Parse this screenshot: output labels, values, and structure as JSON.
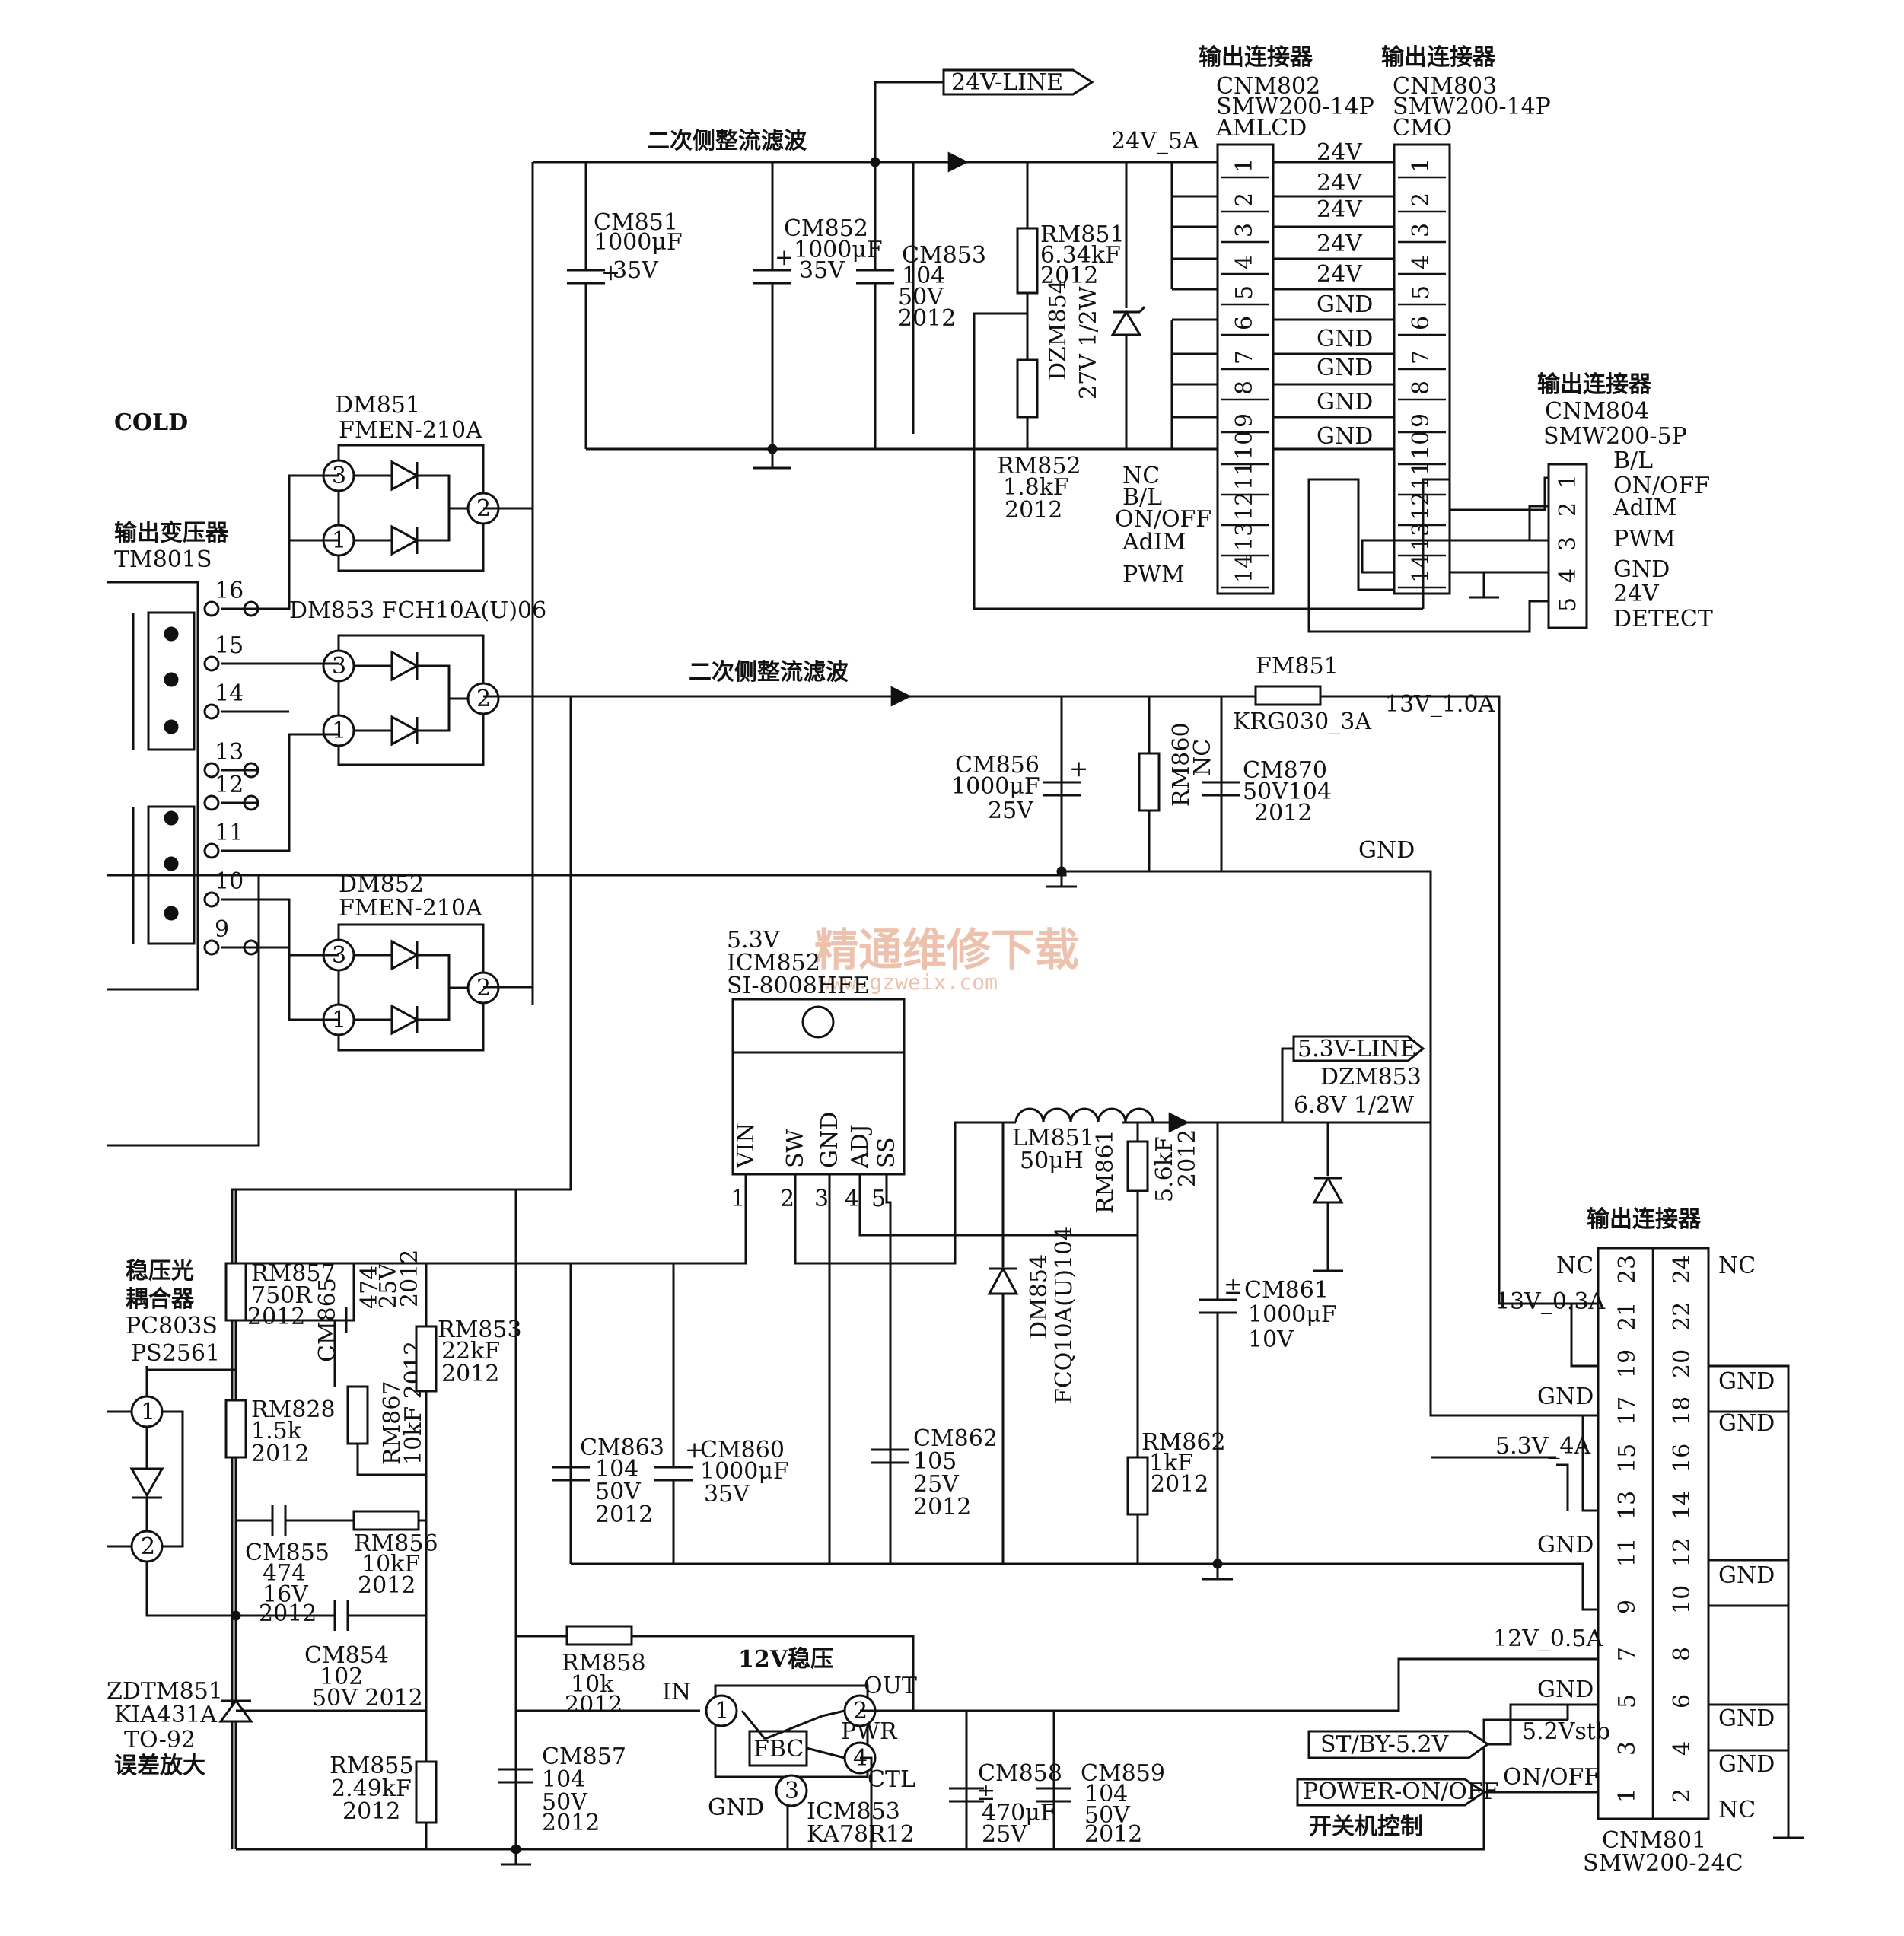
{
  "secondary": {
    "title_top": "二次侧整流滤波",
    "title_mid": "二次侧整流滤波",
    "cold": "COLD",
    "line24": "24V-LINE",
    "line53": "5.3V-LINE",
    "v24_5a": "24V_5A",
    "v13_1a": "13V_1.0A",
    "gnd": "GND"
  },
  "transformer": {
    "title": "输出变压器",
    "part": "TM801S",
    "pins": [
      "16",
      "15",
      "14",
      "13",
      "12",
      "11",
      "10",
      "9"
    ]
  },
  "diodes": {
    "dm851": {
      "ref": "DM851",
      "part": "FMEN-210A"
    },
    "dm853": {
      "ref": "DM853 FCH10A(U)06"
    },
    "dm852": {
      "ref": "DM852",
      "part": "FMEN-210A"
    },
    "dzm854": {
      "ref": "DZM854",
      "val": "27V 1/2W"
    },
    "dzm853": {
      "ref": "DZM853",
      "val": "6.8V  1/2W"
    },
    "dm854": {
      "ref": "DM854",
      "val": "FCQ10A(U)104"
    },
    "pin_labels": [
      "3",
      "1",
      "2"
    ]
  },
  "caps": {
    "cm851": [
      "CM851",
      "1000μF",
      "35V"
    ],
    "cm852": [
      "CM852",
      "1000μF",
      "35V"
    ],
    "cm853": [
      "CM853",
      "104",
      "50V",
      "2012"
    ],
    "cm856": [
      "CM856",
      "1000μF",
      "25V"
    ],
    "cm870": [
      "CM870",
      "50V104",
      "2012"
    ],
    "cm861": [
      "CM861",
      "1000μF",
      "10V"
    ],
    "cm863": [
      "CM863",
      "104",
      "50V",
      "2012"
    ],
    "cm860": [
      "CM860",
      "1000μF",
      "35V"
    ],
    "cm862": [
      "CM862",
      "105",
      "25V",
      "2012"
    ],
    "cm865": [
      "CM865",
      "474",
      "25V",
      "2012"
    ],
    "cm855": [
      "CM855",
      "474",
      "16V",
      "2012"
    ],
    "cm854": [
      "CM854",
      "102",
      "50V  2012"
    ],
    "cm857": [
      "CM857",
      "104",
      "50V",
      "2012"
    ],
    "cm858": [
      "CM858",
      "470μF",
      "25V"
    ],
    "cm859": [
      "CM859",
      "104",
      "50V",
      "2012"
    ]
  },
  "resistors": {
    "rm851": [
      "RM851",
      "6.34kF",
      "2012"
    ],
    "rm852": [
      "RM852",
      "1.8kF",
      "2012"
    ],
    "rm860": [
      "RM860",
      "NC"
    ],
    "rm861": [
      "RM861",
      "5.6kF",
      "2012"
    ],
    "rm862": [
      "RM862",
      "1kF",
      "2012"
    ],
    "rm857": [
      "RM857",
      "750R",
      "2012"
    ],
    "rm853": [
      "RM853",
      "22kF",
      "2012"
    ],
    "rm867": [
      "RM867",
      "10kF 2012"
    ],
    "rm828": [
      "RM828",
      "1.5k",
      "2012"
    ],
    "rm856": [
      "RM856",
      "10kF",
      "2012"
    ],
    "rm858": [
      "RM858",
      "10k",
      "2012"
    ],
    "rm855": [
      "RM855",
      "2.49kF",
      "2012"
    ]
  },
  "fuse": {
    "ref": "FM851",
    "part": "KRG030_3A"
  },
  "inductor": {
    "ref": "LM851",
    "val": "50μH"
  },
  "icm852": {
    "v": "5.3V",
    "ref": "ICM852",
    "part": "SI-8008HFE",
    "pins": [
      "VIN",
      "SW",
      "GND",
      "ADJ",
      "SS"
    ],
    "nums": [
      "1",
      "2",
      "3",
      "4",
      "5"
    ]
  },
  "icm853": {
    "title": "12V稳压",
    "ref": "ICM853",
    "part": "KA78R12",
    "in": "IN",
    "out": "OUT",
    "pwr": "PWR",
    "ctl": "CTL",
    "gnd": "GND",
    "fbc": "FBC",
    "nums": [
      "1",
      "2",
      "3",
      "4"
    ]
  },
  "optocoupler": {
    "title1": "稳压光",
    "title2": "耦合器",
    "part1": "PC803S",
    "part2": "PS2561",
    "nums": [
      "1",
      "2"
    ]
  },
  "zdtm851": {
    "ref": "ZDTM851",
    "part": "KIA431A",
    "pkg": "TO-92",
    "desc": "误差放大"
  },
  "cnm802": {
    "title": "输出连接器",
    "ref": "CNM802",
    "part": "SMW200-14P",
    "sub": "AMLCD",
    "side_labels": [
      "NC",
      "B/L",
      "ON/OFF",
      "AdIM",
      "PWM"
    ]
  },
  "cnm803": {
    "title": "输出连接器",
    "ref": "CNM803",
    "part": "SMW200-14P",
    "sub": "CMO",
    "side_labels": [
      "24V",
      "24V",
      "24V",
      "24V",
      "24V",
      "GND",
      "GND",
      "GND",
      "GND",
      "GND"
    ]
  },
  "conn14_pins": [
    "1",
    "2",
    "3",
    "4",
    "5",
    "6",
    "7",
    "8",
    "9",
    "10",
    "11",
    "12",
    "13",
    "14"
  ],
  "cnm804": {
    "title": "输出连接器",
    "ref": "CNM804",
    "part": "SMW200-5P",
    "pins": [
      "1",
      "2",
      "3",
      "4",
      "5"
    ],
    "labels": [
      "B/L",
      "ON/OFF",
      "AdIM",
      "PWM",
      "GND",
      "24V",
      "DETECT"
    ]
  },
  "cnm801": {
    "title": "输出连接器",
    "ref": "CNM801",
    "part": "SMW200-24C",
    "odd": [
      "23",
      "21",
      "19",
      "17",
      "15",
      "13",
      "11",
      "9",
      "7",
      "5",
      "3",
      "1"
    ],
    "even": [
      "24",
      "22",
      "20",
      "18",
      "16",
      "14",
      "12",
      "10",
      "8",
      "6",
      "4",
      "2"
    ],
    "left_labels": [
      "NC",
      "13V_0.3A",
      "GND",
      "5.3V_4A",
      "GND",
      "12V_0.5A",
      "GND",
      "5.2Vstb",
      "ON/OFF"
    ],
    "right_labels": [
      "NC",
      "GND",
      "GND",
      "GND",
      "GND",
      "GND",
      "NC"
    ]
  },
  "signals": {
    "stby": "ST/BY-5.2V",
    "pwr_on": "POWER-ON/OFF",
    "pwr_desc": "开关机控制"
  },
  "watermark": {
    "cn": "精通维修下载",
    "url": "www.gzweix.com"
  }
}
